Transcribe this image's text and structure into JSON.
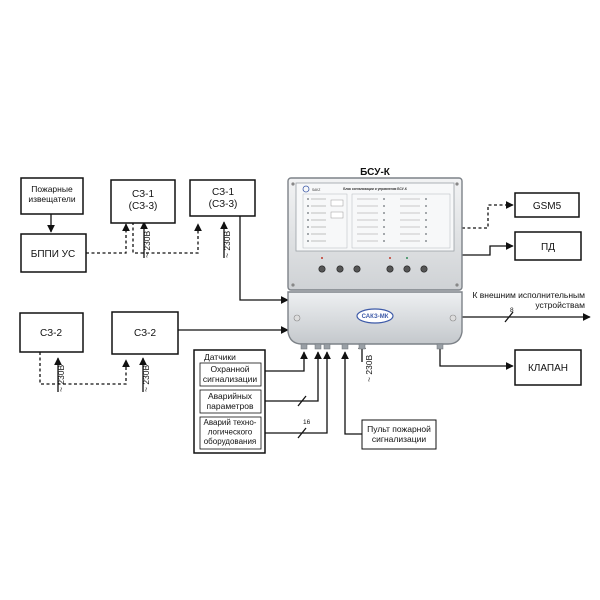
{
  "boxes": {
    "fire_detectors": "Пожарные\nизвещатели",
    "bppi": "БППИ УС",
    "sz1_a": "СЗ-1\n(СЗ-3)",
    "sz1_b": "СЗ-1\n(СЗ-3)",
    "sz2_a": "СЗ-2",
    "sz2_b": "СЗ-2",
    "gsm": "GSM5",
    "pd": "ПД",
    "valve": "КЛАПАН",
    "fire_panel": "Пульт пожарной\nсигнализации"
  },
  "sensors": {
    "title": "Датчики",
    "items": [
      "Охранной\nсигнализации",
      "Аварийных\nпараметров",
      "Аварий техно-\nлогического\nоборудования"
    ]
  },
  "device": {
    "title": "БСУ-К",
    "panel_caption": "Блок сигнализации и управления БСУ-К",
    "badge": "САКЗ-МК"
  },
  "labels": {
    "v230": "~ 230В",
    "external": "К внешним исполнительным\nустройствам",
    "bus_count_8": "8",
    "bus_count_16": "16"
  },
  "colors": {
    "device_body": "#e6e8ea",
    "device_frame": "#7d8288",
    "badge_blue": "#3d5aa8"
  }
}
